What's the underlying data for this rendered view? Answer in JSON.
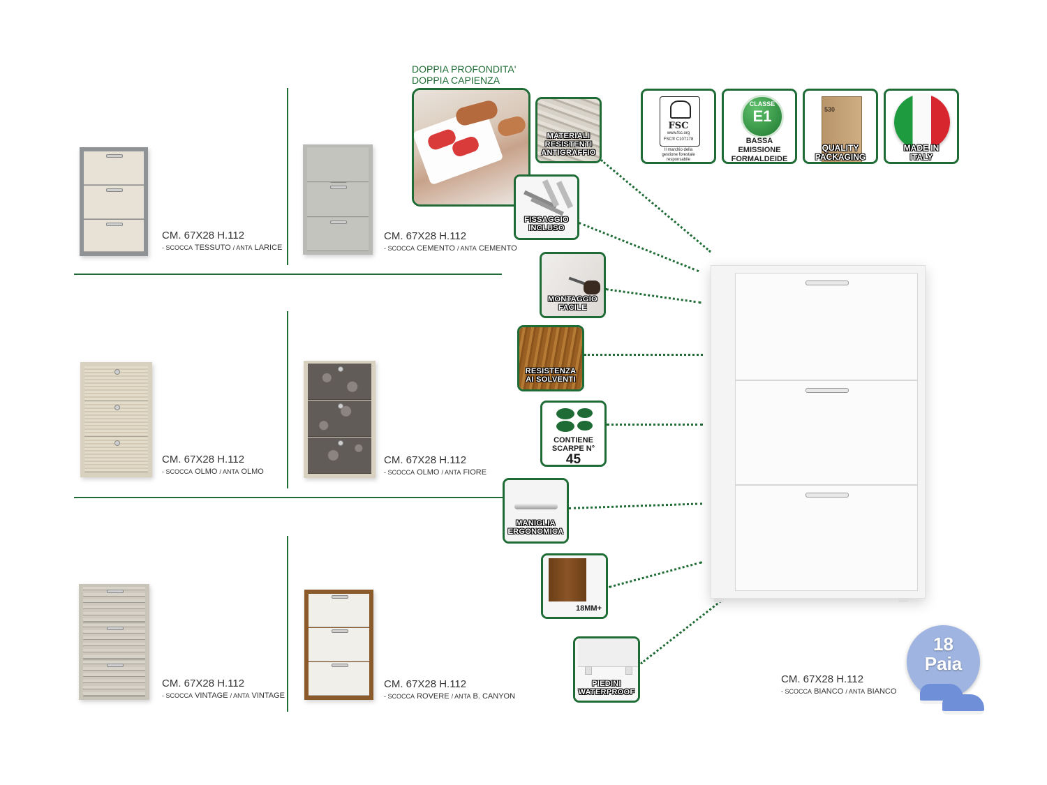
{
  "header": {
    "line1": "DOPPIA PROFONDITA'",
    "line2": "DOPPIA CAPIENZA"
  },
  "variants": [
    {
      "spec": "CM. 67X28 H.112",
      "scocca_label": "- SCOCCA",
      "body": "TESSUTO",
      "anta_label": "/ ANTA",
      "door": "LARICE",
      "body_color": "#8f9396",
      "door_color": "#e8e2d6"
    },
    {
      "spec": "CM. 67X28 H.112",
      "scocca_label": "- SCOCCA",
      "body": "CEMENTO",
      "anta_label": "/ ANTA",
      "door": "CEMENTO",
      "body_color": "#b9b9b5",
      "door_color": "#c4c4bf"
    },
    {
      "spec": "CM. 67X28 H.112",
      "scocca_label": "- SCOCCA",
      "body": "OLMO",
      "anta_label": "/ ANTA",
      "door": "OLMO",
      "body_color": "#d9d1bf",
      "door_color": "#e0d8c7"
    },
    {
      "spec": "CM. 67X28 H.112",
      "scocca_label": "- SCOCCA",
      "body": "OLMO",
      "anta_label": "/ ANTA",
      "door": "FIORE",
      "body_color": "#d9d1bf",
      "door_color": "#6c6663"
    },
    {
      "spec": "CM. 67X28 H.112",
      "scocca_label": "- SCOCCA",
      "body": "VINTAGE",
      "anta_label": "/ ANTA",
      "door": "VINTAGE",
      "body_color": "#c9c4b8",
      "door_color": "#c2bcb0"
    },
    {
      "spec": "CM. 67X28 H.112",
      "scocca_label": "- SCOCCA",
      "body": "ROVERE",
      "anta_label": "/ ANTA",
      "door": "B. CANYON",
      "body_color": "#8a5a2b",
      "door_color": "#f1efea"
    }
  ],
  "main_product": {
    "spec": "CM. 67X28 H.112",
    "scocca_label": "- SCOCCA",
    "body": "BIANCO",
    "anta_label": "/ ANTA",
    "door": "BIANCO"
  },
  "features": {
    "materials": "MATERIALI\nRESISTENTI\nANTIGRAFFIO",
    "fixing": "FISSAGGIO\nINCLUSO",
    "assembly": "MONTAGGIO\nFACILE",
    "solvents": "RESISTENZA\nAI SOLVENTI",
    "contains_label": "CONTIENE\nSCARPE N°",
    "contains_number": "45",
    "handle": "MANIGLIA\nERGONOMICA",
    "thickness": "18MM+",
    "feet": "PIEDINI\nWATERPROOF"
  },
  "certifications": {
    "fsc_logo": "FSC",
    "fsc_url": "www.fsc.org",
    "fsc_code": "FSC® C107178",
    "fsc_note": "Il marchio della\ngestione forestale\nresponsabile",
    "e1_top": "CLASSE",
    "e1_mark": "E1",
    "e1_label": "BASSA\nEMISSIONE\nFORMALDEIDE",
    "box_code": "530",
    "packaging_label": "QUALITY\nPACKAGING",
    "italy_label": "MADE IN\nITALY"
  },
  "capacity": {
    "number": "18",
    "unit": "Paia"
  },
  "colors": {
    "accent": "#1e6b35",
    "capacity_circle": "#9fb4e0",
    "shoe": "#6f8fd8"
  }
}
